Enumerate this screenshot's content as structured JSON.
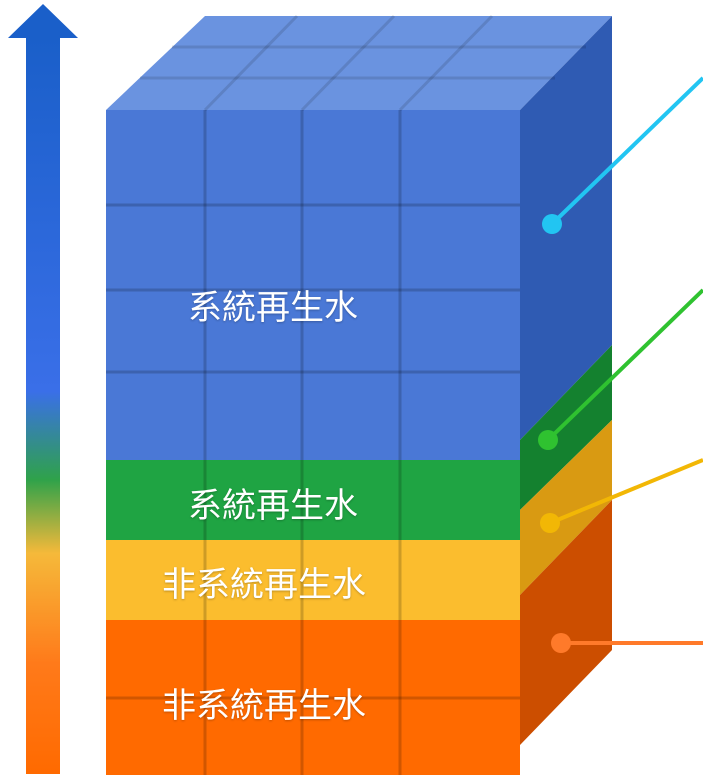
{
  "arrow": {
    "icon": "up-arrow-icon",
    "colors": [
      "#1a5fc9",
      "#3a6fe8",
      "#2fa24a",
      "#f5b93a",
      "#ff7a1a",
      "#ff6a00"
    ]
  },
  "layers": [
    {
      "id": "blue",
      "label": "系統再生水",
      "top_color": "#6a93e0",
      "front_color": "#4a78d6",
      "side_color": "#2f5bb3",
      "marker_color": "#22c5f2"
    },
    {
      "id": "green",
      "label": "系統再生水",
      "top_color": "#3dbb5c",
      "front_color": "#1fa443",
      "side_color": "#14812f",
      "marker_color": "#2fc230"
    },
    {
      "id": "yellow",
      "label": "非系統再生水",
      "top_color": "#ffd35a",
      "front_color": "#fbbd2e",
      "side_color": "#d99a12",
      "marker_color": "#f2b705"
    },
    {
      "id": "orange",
      "label": "非系統再生水",
      "top_color": "#ff8a2a",
      "front_color": "#ff6a00",
      "side_color": "#cc4e00",
      "marker_color": "#ff7a2a"
    }
  ]
}
